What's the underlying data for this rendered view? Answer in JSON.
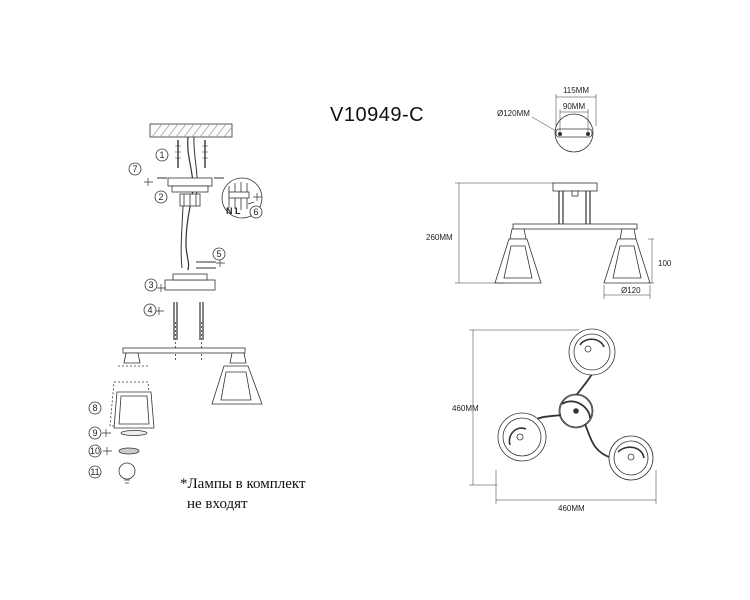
{
  "title": "V10949-C",
  "note": {
    "line1": "*Лампы в комплект",
    "line2": "не входят"
  },
  "steps": [
    "1",
    "2",
    "3",
    "4",
    "5",
    "6",
    "7",
    "8",
    "9",
    "10",
    "11"
  ],
  "wire_labels": {
    "n": "N",
    "l": "L"
  },
  "dimensions": {
    "canopy_width": "115MM",
    "holes_spacing": "90MM",
    "canopy_diameter": "Ø120MM",
    "height": "260MM",
    "shade_height": "100",
    "shade_diameter": "Ø120",
    "plan_depth": "460MM",
    "plan_width": "460MM"
  }
}
